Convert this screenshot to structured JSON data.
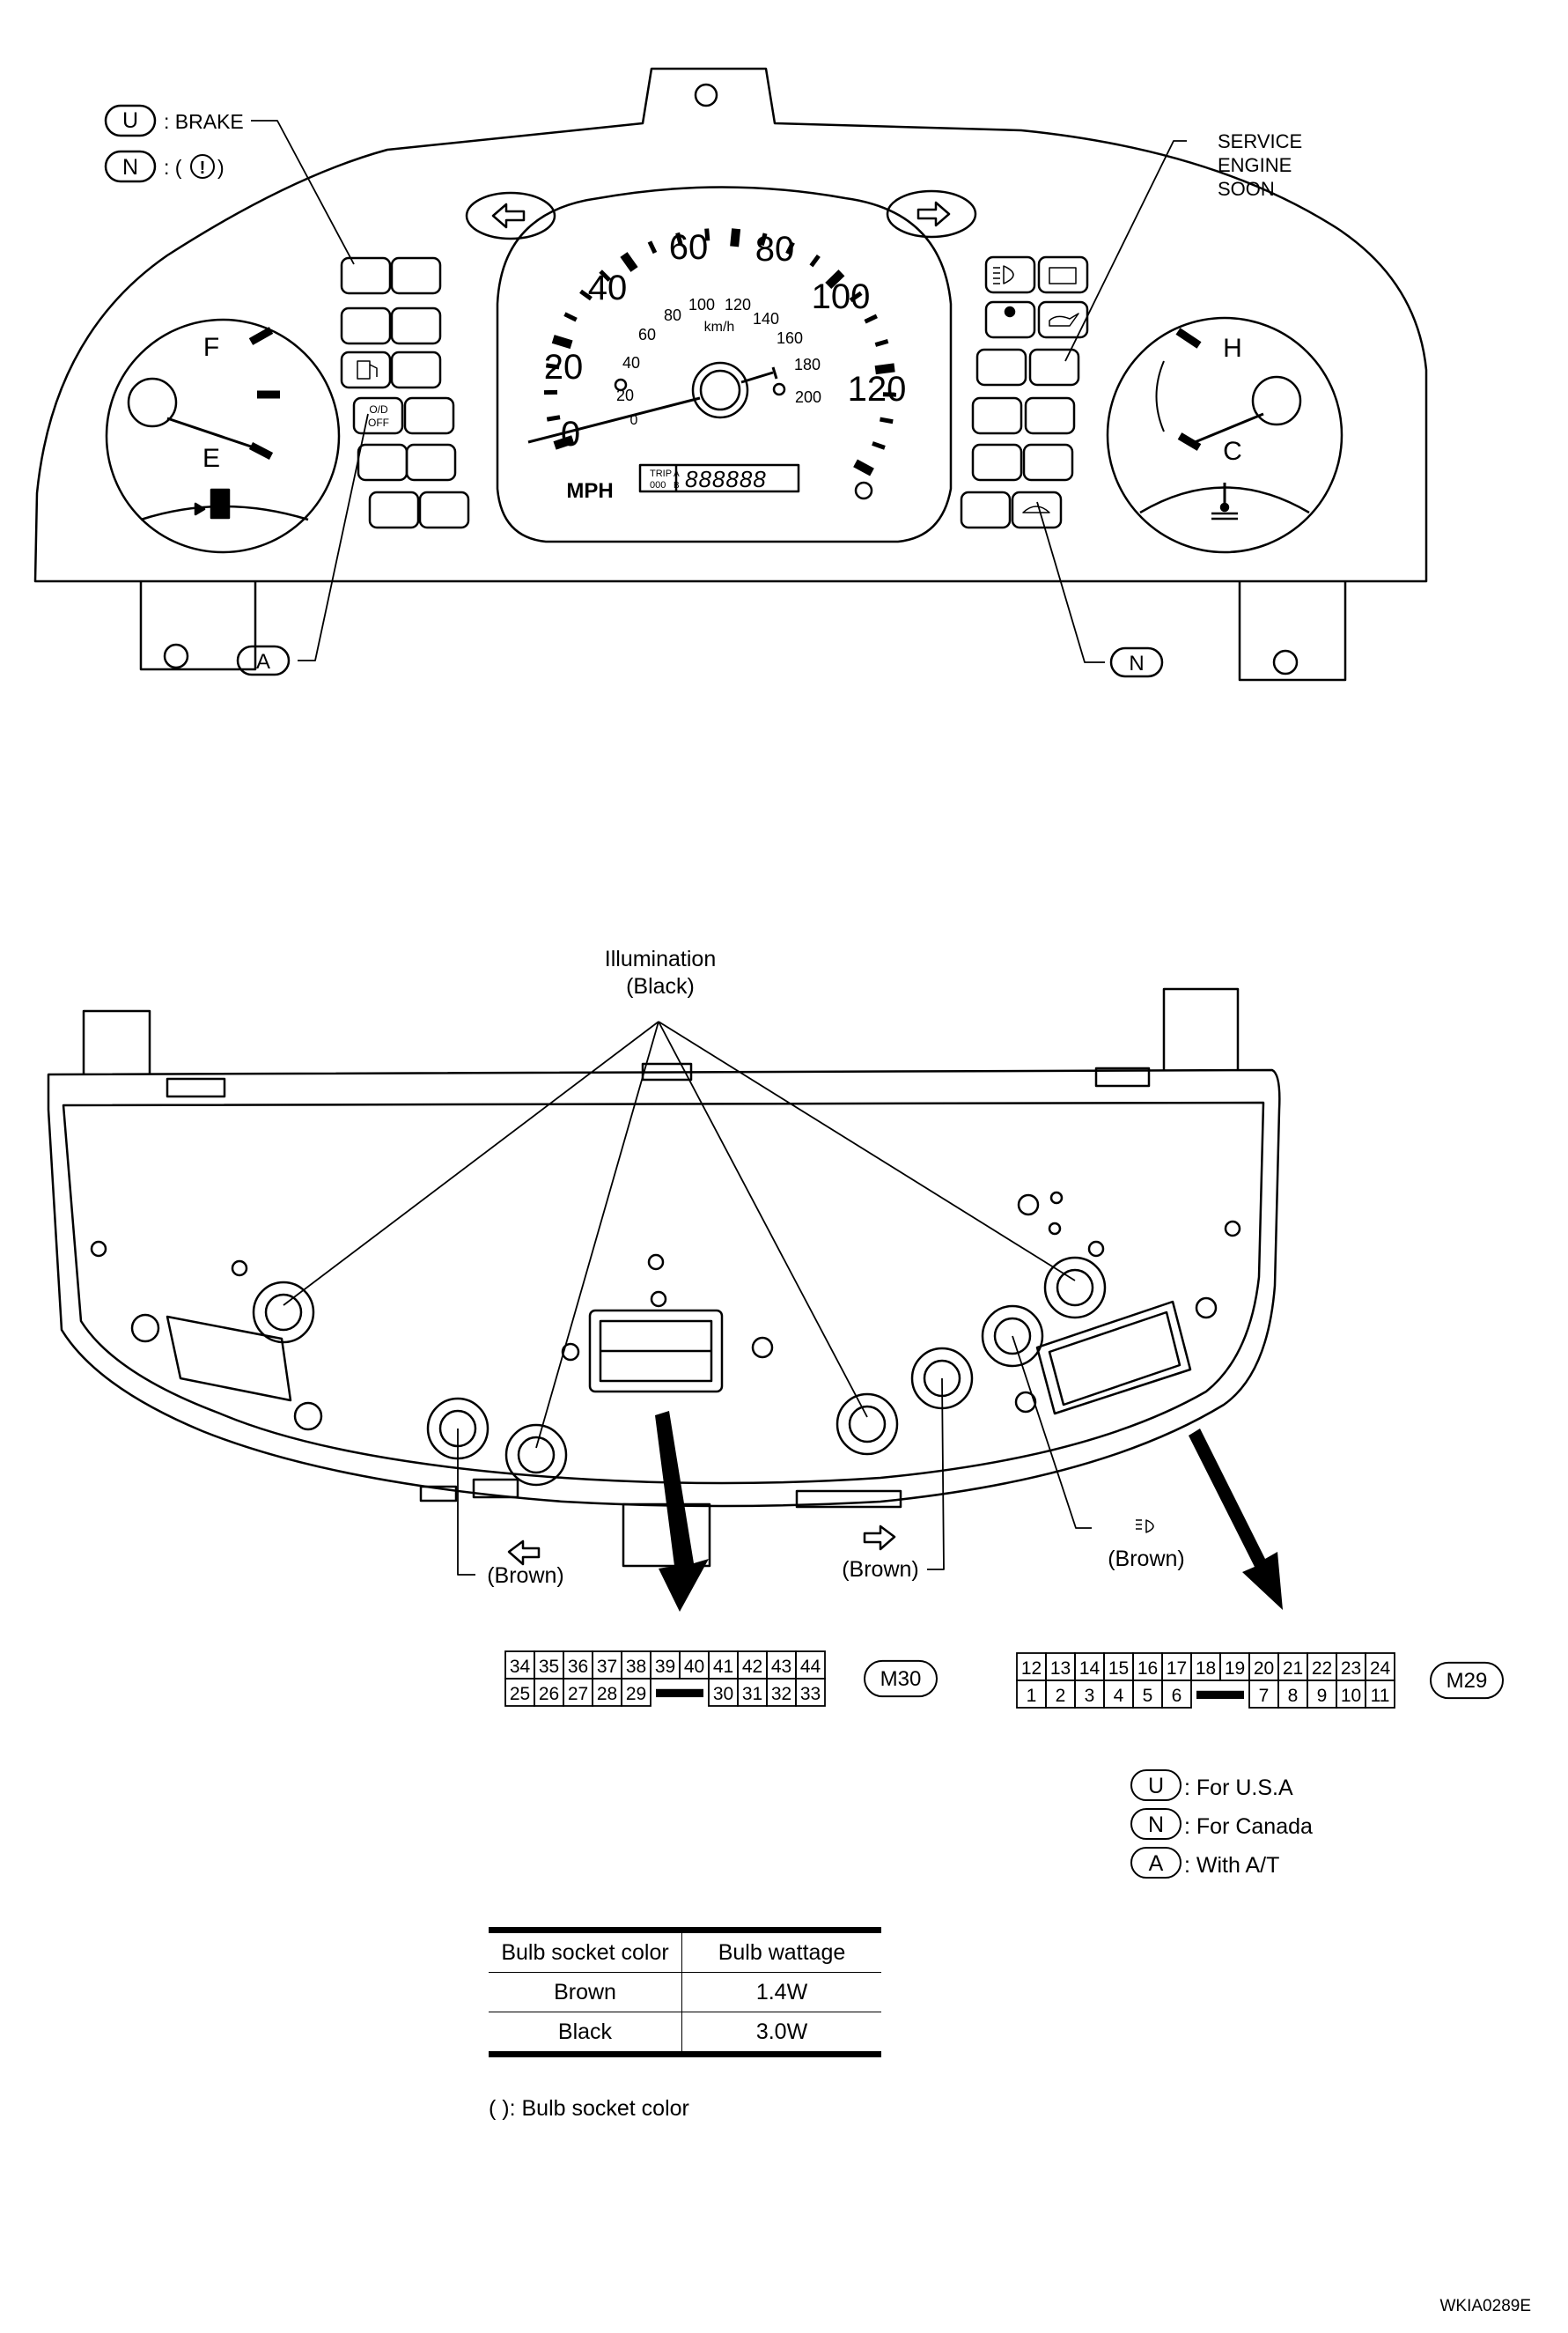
{
  "cluster_front": {
    "callouts": {
      "brake": {
        "code": "U",
        "text": ": BRAKE"
      },
      "brake_canada": {
        "code": "N",
        "text": ": (",
        "symbol": "!",
        "close": ")"
      },
      "service_engine": [
        "SERVICE",
        "ENGINE",
        "SOON"
      ],
      "at_marker": "A",
      "canada_marker": "N"
    },
    "fuel_gauge": {
      "full": "F",
      "empty": "E"
    },
    "temp_gauge": {
      "hot": "H",
      "cold": "C"
    },
    "speedometer": {
      "mph_ticks": [
        "0",
        "20",
        "40",
        "60",
        "80",
        "100",
        "120"
      ],
      "kmh_ticks": [
        "0",
        "20",
        "40",
        "60",
        "80",
        "100",
        "120",
        "140",
        "160",
        "180",
        "200"
      ],
      "kmh_unit": "km/h",
      "unit": "MPH",
      "odometer_prefix": [
        "TRIP",
        "000"
      ],
      "odometer_ab": [
        "A",
        "B"
      ],
      "odometer": "888888"
    },
    "od_off": [
      "O/D",
      "OFF"
    ]
  },
  "cluster_rear": {
    "illumination": [
      "Illumination",
      "(Black)"
    ],
    "brown_left": "(Brown)",
    "brown_mid": "(Brown)",
    "brown_right": "(Brown)"
  },
  "connector_m30": {
    "id": "M30",
    "top_row": [
      "34",
      "35",
      "36",
      "37",
      "38",
      "39",
      "40",
      "41",
      "42",
      "43",
      "44"
    ],
    "bottom_left": [
      "25",
      "26",
      "27",
      "28",
      "29"
    ],
    "bottom_right": [
      "30",
      "31",
      "32",
      "33"
    ]
  },
  "connector_m29": {
    "id": "M29",
    "top_row": [
      "12",
      "13",
      "14",
      "15",
      "16",
      "17",
      "18",
      "19",
      "20",
      "21",
      "22",
      "23",
      "24"
    ],
    "bottom_left": [
      "1",
      "2",
      "3",
      "4",
      "5",
      "6"
    ],
    "bottom_right": [
      "7",
      "8",
      "9",
      "10",
      "11"
    ]
  },
  "legend": [
    {
      "code": "U",
      "text": ": For U.S.A"
    },
    {
      "code": "N",
      "text": ": For Canada"
    },
    {
      "code": "A",
      "text": ": With A/T"
    }
  ],
  "bulb_table": {
    "headers": [
      "Bulb socket color",
      "Bulb wattage"
    ],
    "rows": [
      [
        "Brown",
        "1.4W"
      ],
      [
        "Black",
        "3.0W"
      ]
    ]
  },
  "footnote": "(   ):  Bulb socket color",
  "figure_id": "WKIA0289E"
}
